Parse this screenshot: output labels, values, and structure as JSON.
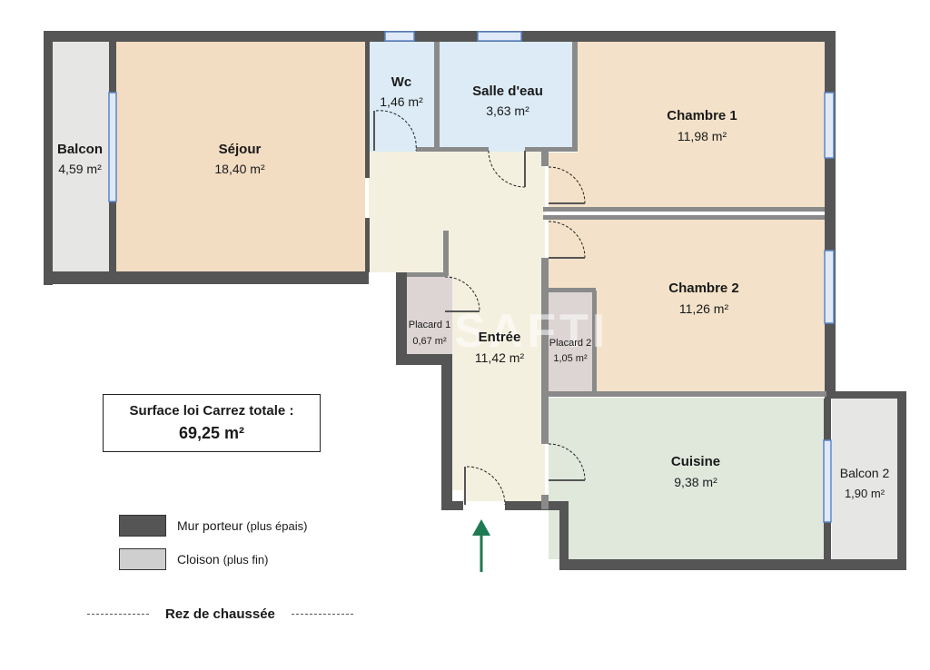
{
  "colors": {
    "mur_porteur": "#555555",
    "cloison": "#cfcfcf",
    "sejour": "#f2dcc2",
    "chambres": "#f3e2c9",
    "eau": "#dcebf6",
    "cuisine": "#e0e8dc",
    "entree": "#f4f0df",
    "balcon": "#e6e6e4",
    "placard": "#ddd4d4",
    "arrow": "#1e7a52",
    "window": "#5b86c9"
  },
  "rooms": {
    "balcon": {
      "name": "Balcon",
      "area": "4,59 m²"
    },
    "sejour": {
      "name": "Séjour",
      "area": "18,40 m²"
    },
    "wc": {
      "name": "Wc",
      "area": "1,46 m²"
    },
    "salle_eau": {
      "name": "Salle d'eau",
      "area": "3,63 m²"
    },
    "chambre1": {
      "name": "Chambre 1",
      "area": "11,98 m²"
    },
    "chambre2": {
      "name": "Chambre 2",
      "area": "11,26 m²"
    },
    "placard1": {
      "name": "Placard 1",
      "area": "0,67 m²"
    },
    "entree": {
      "name": "Entrée",
      "area": "11,42 m²"
    },
    "placard2": {
      "name": "Placard 2",
      "area": "1,05 m²"
    },
    "cuisine": {
      "name": "Cuisine",
      "area": "9,38 m²"
    },
    "balcon2": {
      "name": "Balcon 2",
      "area": "1,90 m²"
    }
  },
  "total": {
    "label": "Surface loi Carrez totale :",
    "value": "69,25 m²"
  },
  "legend": [
    {
      "label": "Mur porteur",
      "note": "(plus épais)"
    },
    {
      "label": "Cloison",
      "note": "(plus fin)"
    }
  ],
  "floor_label": "Rez de chaussée",
  "watermark": "SAFTI"
}
